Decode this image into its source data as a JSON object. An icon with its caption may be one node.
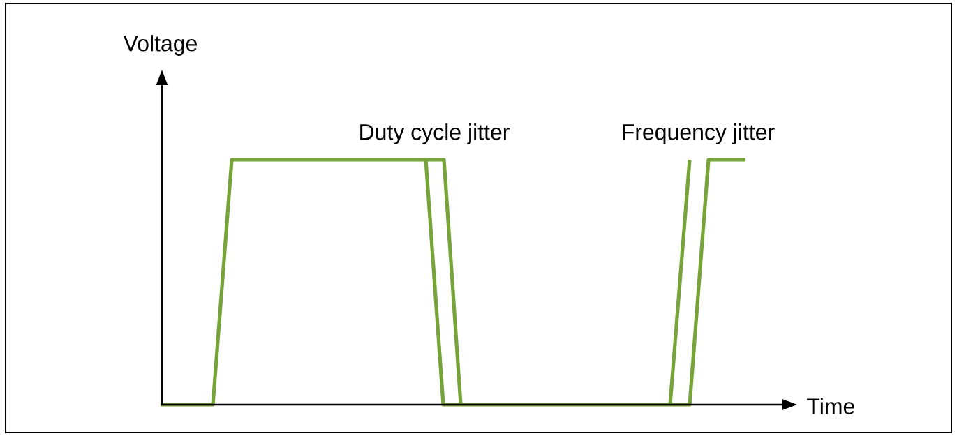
{
  "diagram": {
    "labels": [
      "Voltage",
      "Duty cycle jitter",
      "Frequency jitter",
      "Time"
    ]
  }
}
